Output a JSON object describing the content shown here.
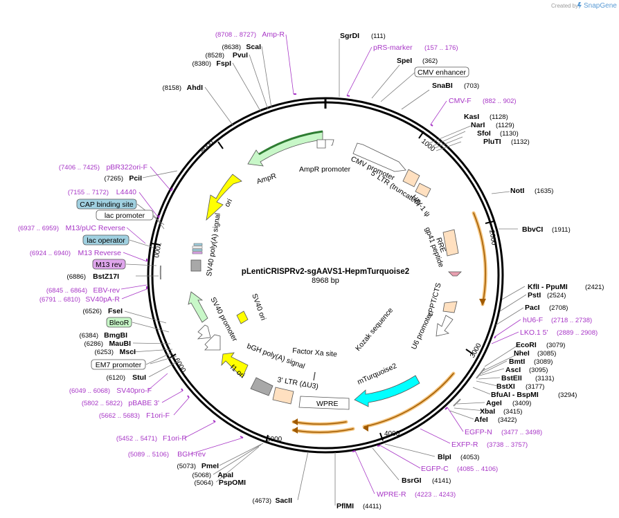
{
  "credit": {
    "text": "Created by",
    "brand": "SnapGene"
  },
  "plasmid": {
    "name": "pLentiCRISPRv2-sgAAVS1-HepmTurquoise2",
    "length": "8968 bp"
  },
  "ticks": [
    "1000",
    "2000",
    "3000",
    "4000",
    "5000",
    "6000",
    "7000",
    "8000"
  ],
  "sites": [
    {
      "name": "SgrDI",
      "pos": "(111)"
    },
    {
      "name": "SpeI",
      "pos": "(362)"
    },
    {
      "name": "SnaBI",
      "pos": "(703)"
    },
    {
      "name": "KasI",
      "pos": "(1128)"
    },
    {
      "name": "NarI",
      "pos": "(1129)"
    },
    {
      "name": "SfoI",
      "pos": "(1130)"
    },
    {
      "name": "PluTI",
      "pos": "(1132)"
    },
    {
      "name": "NotI",
      "pos": "(1635)"
    },
    {
      "name": "BbvCI",
      "pos": "(1911)"
    },
    {
      "name": "KflI - PpuMI",
      "pos": "(2421)"
    },
    {
      "name": "PstI",
      "pos": "(2524)"
    },
    {
      "name": "PacI",
      "pos": "(2708)"
    },
    {
      "name": "EcoRI",
      "pos": "(3079)"
    },
    {
      "name": "NheI",
      "pos": "(3085)"
    },
    {
      "name": "BmtI",
      "pos": "(3089)"
    },
    {
      "name": "AscI",
      "pos": "(3095)"
    },
    {
      "name": "BstEII",
      "pos": "(3131)"
    },
    {
      "name": "BstXI",
      "pos": "(3177)"
    },
    {
      "name": "BfuAI - BspMI",
      "pos": "(3294)"
    },
    {
      "name": "AgeI",
      "pos": "(3409)"
    },
    {
      "name": "XbaI",
      "pos": "(3415)"
    },
    {
      "name": "AfeI",
      "pos": "(3422)"
    },
    {
      "name": "BlpI",
      "pos": "(4053)"
    },
    {
      "name": "BsrGI",
      "pos": "(4141)"
    },
    {
      "name": "PflMI",
      "pos": "(4411)"
    },
    {
      "name": "SacII",
      "pos": "(4673)"
    },
    {
      "name": "PmeI",
      "pos": "(5073)"
    },
    {
      "name": "ApaI",
      "pos": "(5068)"
    },
    {
      "name": "PspOMI",
      "pos": "(5064)"
    },
    {
      "name": "StuI",
      "pos": "(6120)"
    },
    {
      "name": "MscI",
      "pos": "(6253)"
    },
    {
      "name": "MauBI",
      "pos": "(6286)"
    },
    {
      "name": "BmgBI",
      "pos": "(6384)"
    },
    {
      "name": "FseI",
      "pos": "(6526)"
    },
    {
      "name": "BstZ17I",
      "pos": "(6886)"
    },
    {
      "name": "PciI",
      "pos": "(7265)"
    },
    {
      "name": "AhdI",
      "pos": "(8158)"
    },
    {
      "name": "FspI",
      "pos": "(8380)"
    },
    {
      "name": "PvuI",
      "pos": "(8528)"
    },
    {
      "name": "ScaI",
      "pos": "(8638)"
    }
  ],
  "primers": [
    {
      "name": "Amp-R",
      "range": "(8708 .. 8727)"
    },
    {
      "name": "pRS-marker",
      "range": "(157 .. 176)"
    },
    {
      "name": "CMV-F",
      "range": "(882 .. 902)"
    },
    {
      "name": "hU6-F",
      "range": "(2718 .. 2738)"
    },
    {
      "name": "LKO.1 5'",
      "range": "(2889 .. 2908)"
    },
    {
      "name": "EGFP-N",
      "range": "(3477 .. 3498)"
    },
    {
      "name": "EXFP-R",
      "range": "(3738 .. 3757)"
    },
    {
      "name": "EGFP-C",
      "range": "(4085 .. 4106)"
    },
    {
      "name": "WPRE-R",
      "range": "(4223 .. 4243)"
    },
    {
      "name": "BGH-rev",
      "range": "(5089 .. 5106)"
    },
    {
      "name": "F1ori-R",
      "range": "(5452 .. 5471)"
    },
    {
      "name": "F1ori-F",
      "range": "(5662 .. 5683)"
    },
    {
      "name": "pBABE 3'",
      "range": "(5802 .. 5822)"
    },
    {
      "name": "SV40pro-F",
      "range": "(6049 .. 6068)"
    },
    {
      "name": "SV40pA-R",
      "range": "(6791 .. 6810)"
    },
    {
      "name": "EBV-rev",
      "range": "(6845 .. 6864)"
    },
    {
      "name": "M13 Reverse",
      "range": "(6924 .. 6940)"
    },
    {
      "name": "M13/pUC Reverse",
      "range": "(6937 .. 6959)"
    },
    {
      "name": "L4440",
      "range": "(7155 .. 7172)"
    },
    {
      "name": "pBR322ori-F",
      "range": "(7406 .. 7425)"
    }
  ],
  "boxed": [
    {
      "name": "CMV enhancer"
    },
    {
      "name": "CAP binding site"
    },
    {
      "name": "lac promoter"
    },
    {
      "name": "lac operator"
    },
    {
      "name": "M13 rev"
    },
    {
      "name": "BleoR"
    },
    {
      "name": "EM7 promoter"
    }
  ],
  "features": [
    {
      "name": "AmpR promoter"
    },
    {
      "name": "AmpR"
    },
    {
      "name": "ori"
    },
    {
      "name": "SV40 poly(A) signal"
    },
    {
      "name": "CMV promoter"
    },
    {
      "name": "5' LTR (truncated)"
    },
    {
      "name": "HIV-1 ψ"
    },
    {
      "name": "RRE"
    },
    {
      "name": "gp41 peptide"
    },
    {
      "name": "cPPT/CTS"
    },
    {
      "name": "U6 promoter"
    },
    {
      "name": "Kozak sequence"
    },
    {
      "name": "mTurquoise2"
    },
    {
      "name": "WPRE"
    },
    {
      "name": "3' LTR (ΔU3)"
    },
    {
      "name": "bGH poly(A) signal"
    },
    {
      "name": "Factor Xa site"
    },
    {
      "name": "f1 ori"
    },
    {
      "name": "SV40 promoter"
    },
    {
      "name": "SV40 ori"
    }
  ],
  "colors": {
    "backbone": "#000000",
    "primer": "#a735c6",
    "amp": "#c8f7c8",
    "ori": "#ffff00",
    "ltr": "#ffe0c0",
    "turquoise": "#00ffff",
    "orf_orange": "#f0a030",
    "cap_binding": "#a0d0e0",
    "lac_operator": "#a0d0e0",
    "m13_rev": "#dfa6ec",
    "bleor": "#c8f7c8"
  }
}
